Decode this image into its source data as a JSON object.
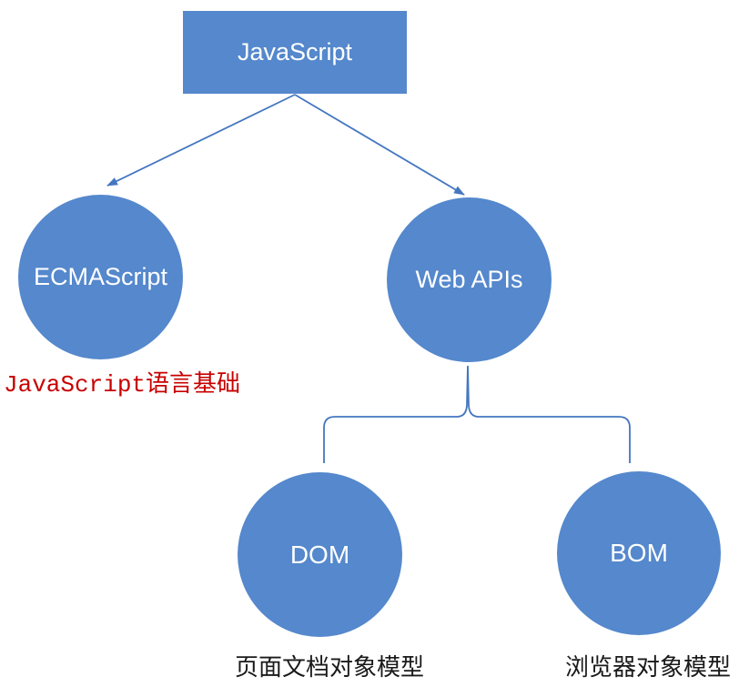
{
  "diagram": {
    "root": {
      "label": "JavaScript"
    },
    "branches": [
      {
        "label": "ECMAScript"
      },
      {
        "label": "Web APIs"
      }
    ],
    "leaves": [
      {
        "label": "DOM",
        "caption": "页面文档对象模型"
      },
      {
        "label": "BOM",
        "caption": "浏览器对象模型"
      }
    ],
    "annotation": {
      "latin": "JavaScript",
      "cjk": "语言基础"
    },
    "colors": {
      "shape_fill": "#5588CC",
      "connector": "#4477C0",
      "annotation_red": "#C80000",
      "caption_text": "#1A1A1A",
      "node_text": "#FFFFFF"
    }
  }
}
